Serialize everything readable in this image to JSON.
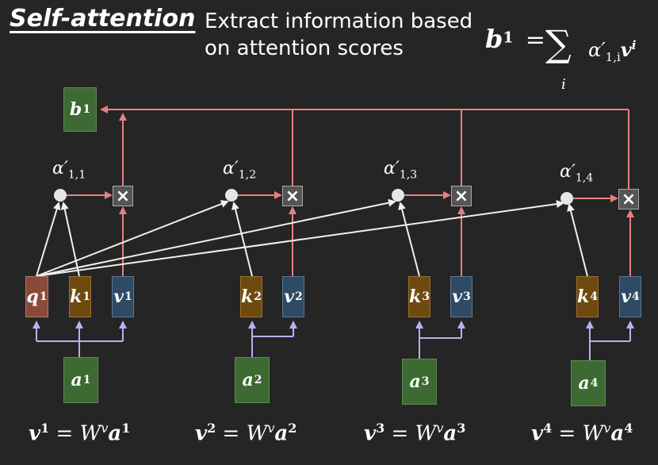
{
  "title": "Self-attention",
  "subtitle": "Extract information based on attention scores",
  "main_equation": {
    "lhs": "b",
    "lhs_sup": "1",
    "eq": "=",
    "sum": "∑",
    "sum_index": "i",
    "alpha": "α′",
    "alpha_sub": "1,i",
    "v": "v",
    "v_sup": "i"
  },
  "b_box": {
    "label": "b",
    "sup": "1"
  },
  "scores": [
    {
      "alpha": "α′",
      "sub": "1,1"
    },
    {
      "alpha": "α′",
      "sub": "1,2"
    },
    {
      "alpha": "α′",
      "sub": "1,3"
    },
    {
      "alpha": "α′",
      "sub": "1,4"
    }
  ],
  "multiply_symbol": "×",
  "vectors": [
    {
      "q": "q",
      "k": "k",
      "v": "v",
      "a": "a",
      "idx": "1"
    },
    {
      "k": "k",
      "v": "v",
      "a": "a",
      "idx": "2"
    },
    {
      "k": "k",
      "v": "v",
      "a": "a",
      "idx": "3"
    },
    {
      "k": "k",
      "v": "v",
      "a": "a",
      "idx": "4"
    }
  ],
  "value_equations": [
    {
      "lhs": "v",
      "sup": "1",
      "eq": "=",
      "W": "W",
      "Wsup": "v",
      "rhs": "a"
    },
    {
      "lhs": "v",
      "sup": "2",
      "eq": "=",
      "W": "W",
      "Wsup": "v",
      "rhs": "a"
    },
    {
      "lhs": "v",
      "sup": "3",
      "eq": "=",
      "W": "W",
      "Wsup": "v",
      "rhs": "a"
    },
    {
      "lhs": "v",
      "sup": "4",
      "eq": "=",
      "W": "W",
      "Wsup": "v",
      "rhs": "a"
    }
  ],
  "colors": {
    "background": "#252525",
    "output_line": "#e88080",
    "attention_line": "#f0f0f0",
    "input_line": "#b8b0f0",
    "query": "#8a4a3a",
    "key": "#6f4a10",
    "value": "#2f4a64",
    "input": "#3d6a32"
  }
}
